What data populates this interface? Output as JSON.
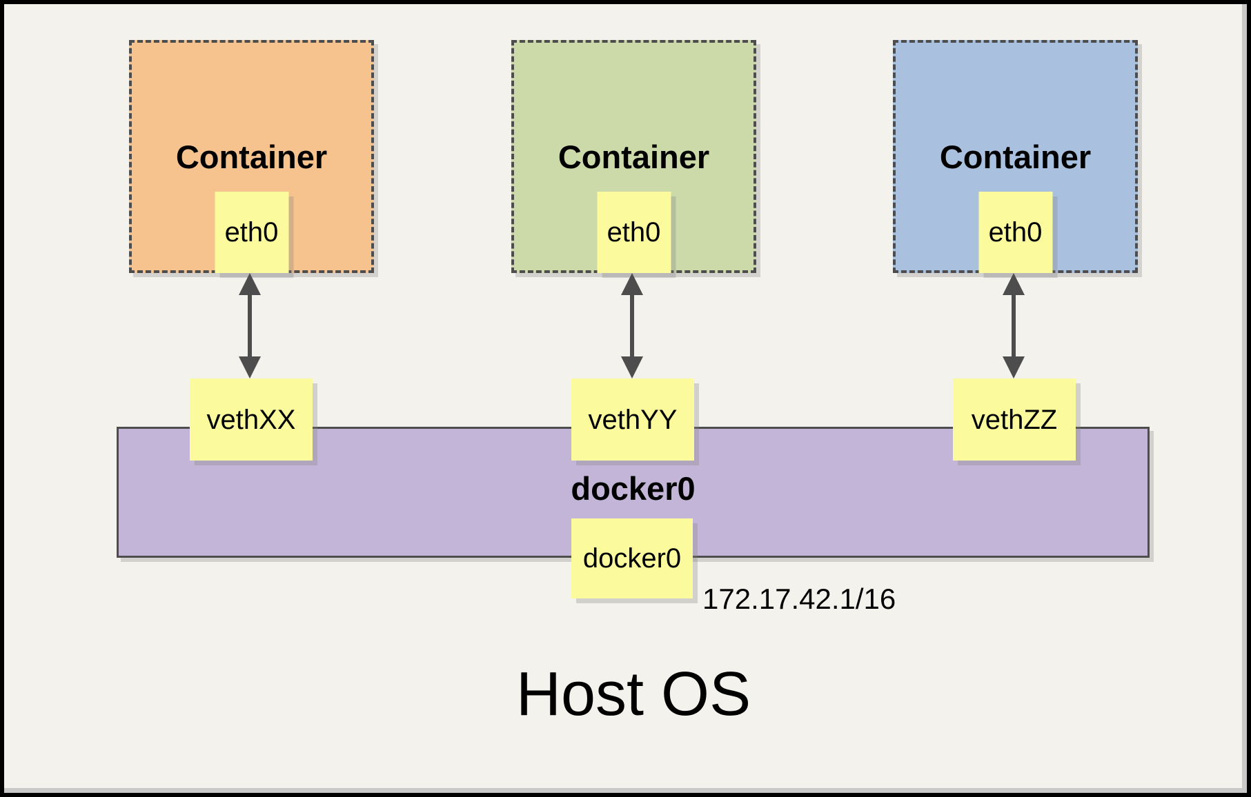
{
  "diagram": {
    "containers": [
      {
        "label": "Container",
        "interface_label": "eth0",
        "veth_label": "vethXX",
        "fill": "#F6C38F"
      },
      {
        "label": "Container",
        "interface_label": "eth0",
        "veth_label": "vethYY",
        "fill": "#CCDAA9"
      },
      {
        "label": "Container",
        "interface_label": "eth0",
        "veth_label": "vethZZ",
        "fill": "#AAC0DF"
      }
    ],
    "bridge": {
      "label": "docker0",
      "interface_label": "docker0",
      "ip": "172.17.42.1/16",
      "fill": "#C3B5D7"
    },
    "host": {
      "label": "Host OS"
    },
    "colors": {
      "background": "#F4F2EC",
      "note_yellow": "#FBFB9E",
      "line_dark": "#4D4D4D",
      "container_orange": "#F6C38F",
      "container_green": "#CCDAA9",
      "container_blue": "#AAC0DF",
      "bridge_purple": "#C3B5D7"
    }
  }
}
